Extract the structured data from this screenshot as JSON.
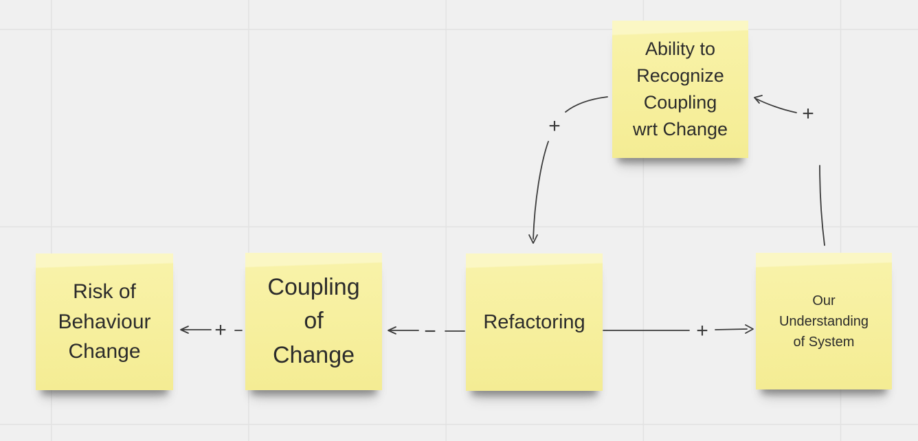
{
  "board": {
    "kind": "whiteboard-causal-loop-diagram",
    "colors": {
      "canvas_bg": "#f0f0f0",
      "grid_line": "#e2e2e2",
      "note_fill": "#f7f0a0",
      "note_fill_highlight": "#fbf7c4",
      "ink": "#2b2b2b",
      "connector": "#3a3a3a"
    }
  },
  "notes": [
    {
      "id": "ability",
      "text": "Ability to\nRecognize\nCoupling\nwrt Change"
    },
    {
      "id": "risk",
      "text": "Risk of\nBehaviour\nChange"
    },
    {
      "id": "coupling",
      "text": "Coupling\nof\nChange"
    },
    {
      "id": "refactoring",
      "text": "Refactoring"
    },
    {
      "id": "understanding",
      "text": "Our\nUnderstanding\nof System"
    }
  ],
  "links": [
    {
      "from": "coupling",
      "to": "risk",
      "sign": "+"
    },
    {
      "from": "refactoring",
      "to": "coupling",
      "sign": "−"
    },
    {
      "from": "refactoring",
      "to": "understanding",
      "sign": "+"
    },
    {
      "from": "ability",
      "to": "refactoring",
      "sign": "+"
    },
    {
      "from": "understanding",
      "to": "ability",
      "sign": "+"
    }
  ]
}
